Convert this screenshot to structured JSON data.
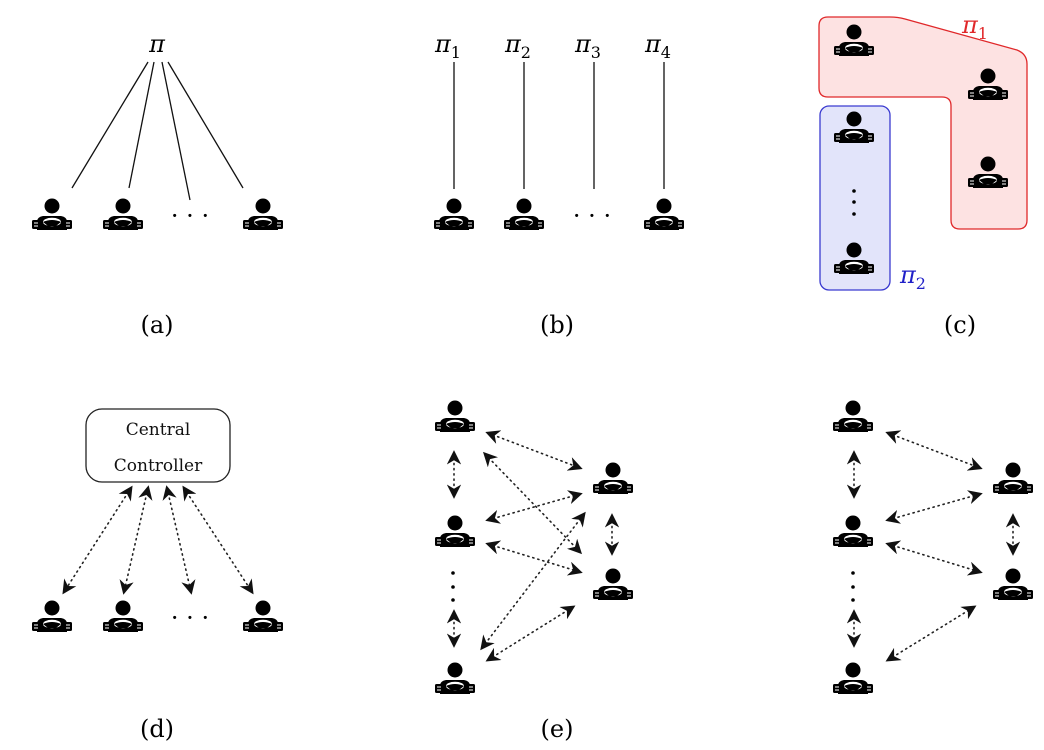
{
  "figure": {
    "panels": [
      {
        "id": "a",
        "caption": "(a)",
        "policy_labels": [
          "π"
        ],
        "ellipsis": "· · ·"
      },
      {
        "id": "b",
        "caption": "(b)",
        "policy_labels": [
          "π",
          "π",
          "π",
          "π"
        ],
        "policy_subscripts": [
          "1",
          "2",
          "3",
          "4"
        ],
        "ellipsis": "· · ·"
      },
      {
        "id": "c",
        "caption": "(c)",
        "groups": [
          {
            "label": "π",
            "subscript": "1",
            "color": "#e0282a",
            "fill": "#fde2e2"
          },
          {
            "label": "π",
            "subscript": "2",
            "color": "#2020c8",
            "fill": "#e2e4fa"
          }
        ]
      },
      {
        "id": "d",
        "caption": "(d)",
        "controller_lines": [
          "Central",
          "Controller"
        ],
        "ellipsis": "· · ·"
      },
      {
        "id": "e",
        "caption": "(e)"
      },
      {
        "id": "f",
        "caption": ""
      }
    ]
  }
}
